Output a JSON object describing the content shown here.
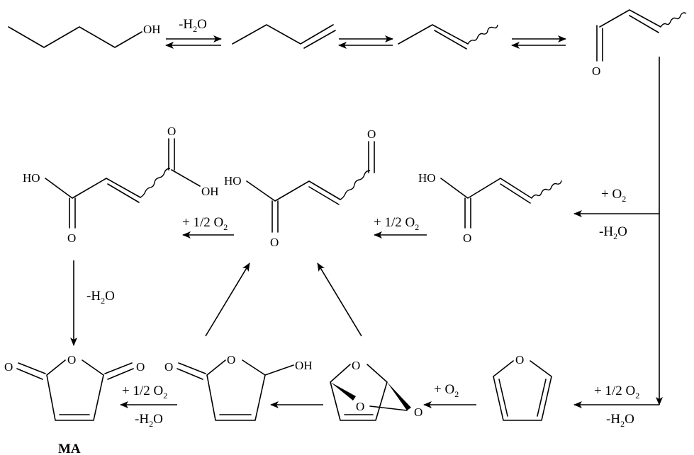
{
  "labels": {
    "dehydration_top": {
      "minus": "-H",
      "sub": "2",
      "rest": "O"
    },
    "oxidation_right": {
      "plus": "+ O",
      "sub": "2"
    },
    "dehydration_right": {
      "minus": "-H",
      "sub": "2",
      "rest": "O"
    },
    "half_o2_1": {
      "text": "+ 1/2 O",
      "sub": "2"
    },
    "half_o2_2": {
      "text": "+ 1/2 O",
      "sub": "2"
    },
    "dehydration_left": {
      "minus": "-H",
      "sub": "2",
      "rest": "O"
    },
    "half_o2_ma": {
      "text": "+ 1/2 O",
      "sub": "2"
    },
    "dehydration_ma": {
      "minus": "-H",
      "sub": "2",
      "rest": "O"
    },
    "oxidation_bottom": {
      "plus": "+ O",
      "sub": "2"
    },
    "half_o2_furan": {
      "text": "+ 1/2 O",
      "sub": "2"
    },
    "dehydration_furan": {
      "minus": "-H",
      "sub": "2",
      "rest": "O"
    }
  },
  "atoms": {
    "oh": "OH",
    "ho": "HO",
    "o": "O"
  },
  "product_name": "MA"
}
